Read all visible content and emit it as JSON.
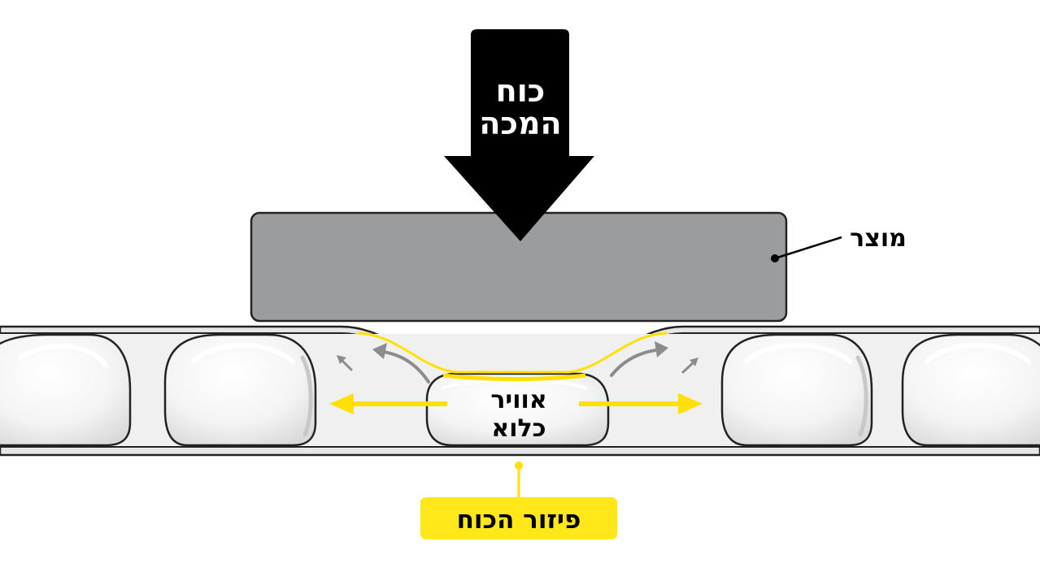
{
  "force": {
    "line1": "כוח",
    "line2": "המכה"
  },
  "product_label": "מוצר",
  "trapped_air": {
    "line1": "אוויר",
    "line2": "כלוא"
  },
  "distribution_label": "פיזור הכוח",
  "colors": {
    "arrow": "#000000",
    "product": "#9b9c9e",
    "film": "#dcdcdc",
    "bubble": "#f2f2f2",
    "highlight": "#ffe000",
    "minor_arrow": "#8c8c8c",
    "label_bg": "#ffe71a"
  }
}
